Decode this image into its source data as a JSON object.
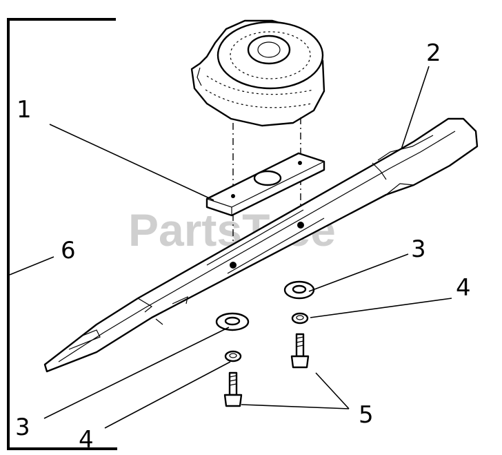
{
  "watermark": "PartsTree",
  "callouts": {
    "c1": "1",
    "c2": "2",
    "c3a": "3",
    "c3b": "3",
    "c4a": "4",
    "c4b": "4",
    "c5": "5",
    "c6": "6"
  }
}
